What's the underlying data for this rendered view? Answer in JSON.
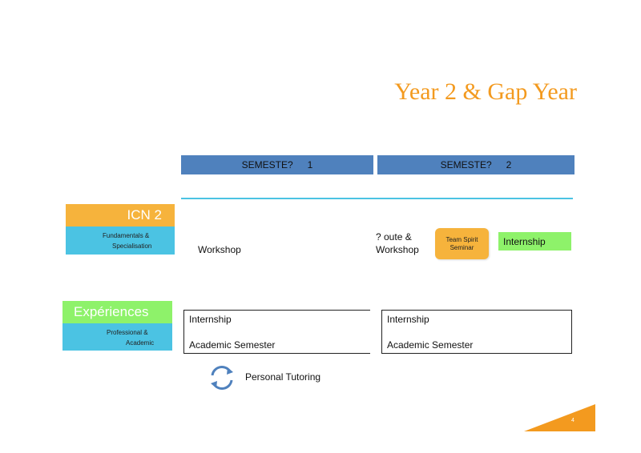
{
  "title": "Year 2 & Gap Year",
  "semesters": [
    {
      "label": "SEMESTE?",
      "num": "1"
    },
    {
      "label": "SEMESTE?",
      "num": "2"
    }
  ],
  "icn": {
    "title": "ICN 2",
    "sub_line1": "Fundamentals &",
    "sub_line2": "Specialisation",
    "workshop": "Workshop",
    "route_line1": "?   oute &",
    "route_line2": "Workshop",
    "team_spirit_line1": "Team Spirit",
    "team_spirit_line2": "Seminar",
    "internship": "Internship"
  },
  "experiences": {
    "title": "Expériences",
    "sub_line1": "Professional &",
    "sub_line2": "Academic",
    "boxes": [
      {
        "line1": "Internship",
        "line2": "Academic Semester"
      },
      {
        "line1": "Internship",
        "line2": "Academic Semester"
      }
    ]
  },
  "tutoring": {
    "label": "Personal Tutoring",
    "icon": "cycle-arrows-icon"
  },
  "slide_number": "4",
  "colors": {
    "orange": "#f39a1f",
    "blue": "#4f81bd",
    "cyan": "#4bc3e3",
    "green": "#8ef26a",
    "icn_orange": "#f6b33c"
  }
}
